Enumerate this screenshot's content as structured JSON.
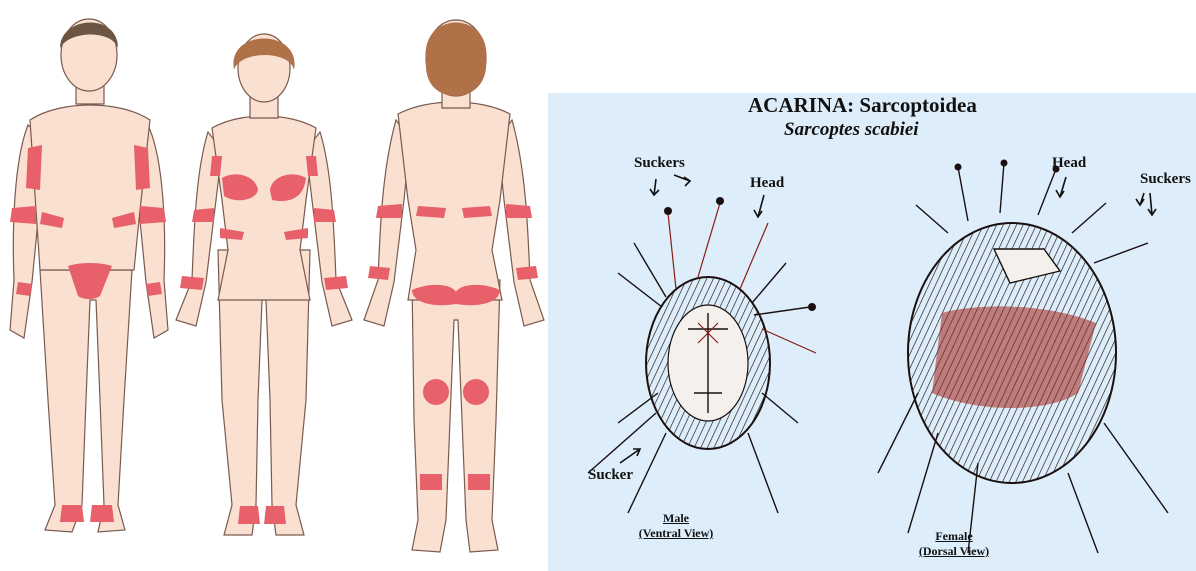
{
  "diagram": {
    "title": "ACARINA:  Sarcoptoidea",
    "subtitle": "Sarcoptes scabiei",
    "labels": {
      "suckers_left": "Suckers",
      "head_left": "Head",
      "sucker_bottom": "Sucker",
      "head_right": "Head",
      "suckers_right": "Suckers"
    },
    "captions": {
      "male_title": "Male",
      "male_view": "(Ventral View)",
      "female_title": "Female",
      "female_view": "(Dorsal View)"
    }
  },
  "colors": {
    "skin": "#f9e0d0",
    "lesion": "#e8606a",
    "outline": "#7a5a50",
    "hair_man": "#6b5644",
    "hair_woman": "#b07048",
    "mite_bg": "#ddeefa",
    "mite_ink": "#1a1010",
    "mite_red": "#8b1a14"
  }
}
